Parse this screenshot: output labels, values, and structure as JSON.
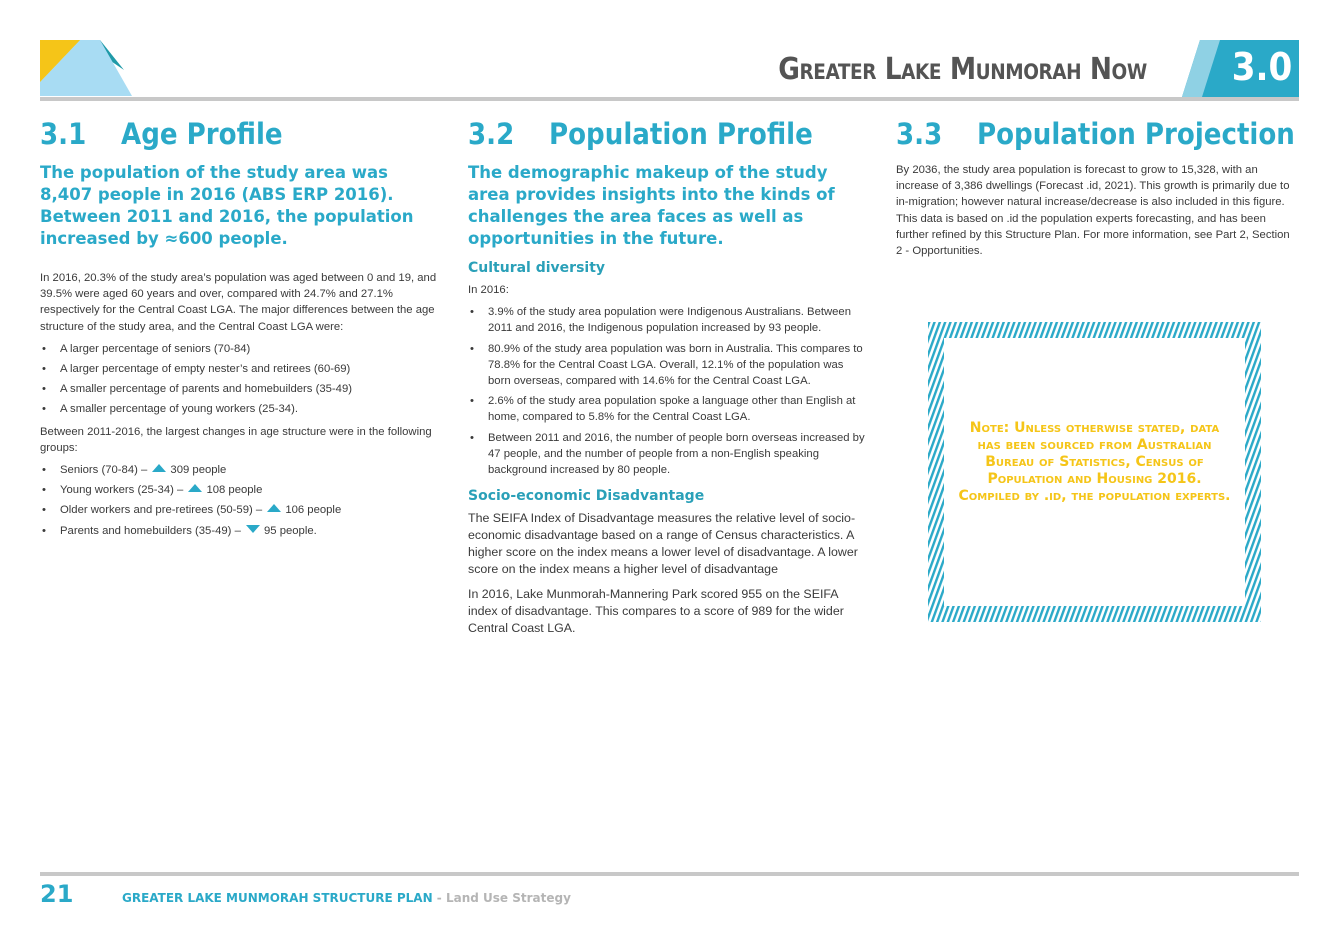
{
  "header": {
    "title": "Greater Lake Munmorah Now",
    "section_number": "3.0"
  },
  "colors": {
    "accent": "#2aa9c8",
    "teal_dark": "#1f9aa8",
    "yellow": "#f5c518",
    "light_blue": "#a8dcf3"
  },
  "icons": [
    "logo-mark",
    "triangle-up-icon",
    "triangle-down-icon"
  ],
  "age_profile": {
    "number": "3.1",
    "title": "Age Profile",
    "lead": "The population of the study area was 8,407 people in 2016 (ABS ERP 2016). Between 2011 and 2016, the population increased by ≈600 people.",
    "para1": "In 2016, 20.3% of the study area’s population was aged between 0 and 19, and 39.5% were aged 60 years and over, compared with 24.7% and 27.1% respectively for the Central Coast LGA. The major differences between the age structure of the study area, and the Central Coast LGA were:",
    "differences": [
      "A larger percentage of seniors (70-84)",
      "A larger percentage of empty nester’s and retirees (60-69)",
      "A smaller percentage of parents and homebuilders (35-49)",
      "A smaller percentage of young workers (25-34)."
    ],
    "para2": "Between 2011-2016, the largest changes in age structure were in the following groups:",
    "changes": [
      {
        "label": "Seniors (70-84) –",
        "value": "309 people"
      },
      {
        "label": "Young workers (25-34) –",
        "value": "108 people"
      },
      {
        "label": "Older workers and pre-retirees (50-59) –",
        "value": "106 people"
      },
      {
        "label": "Parents and homebuilders (35-49) –",
        "value": "95 people."
      }
    ]
  },
  "population_profile": {
    "number": "3.2",
    "title": "Population Profile",
    "lead": "The demographic makeup of the study area provides insights into the kinds of challenges the area faces as well as opportunities in the future.",
    "cultural_heading": "Cultural diversity",
    "cultural_intro": "In 2016:",
    "cultural_points": [
      "3.9% of the study area population were Indigenous Australians. Between 2011 and 2016, the Indigenous population increased by 93 people.",
      "80.9% of the study area population was born in Australia. This compares to 78.8% for the Central Coast LGA. Overall, 12.1% of the population was born overseas, compared with 14.6% for the Central Coast LGA.",
      "2.6% of the study area population spoke a language other than English at home, compared to 5.8% for the Central Coast LGA.",
      "Between 2011 and 2016, the number of people born overseas increased by 47 people, and the number of people from a non-English speaking background increased by 80 people."
    ],
    "seifa_heading": "Socio-economic Disadvantage",
    "seifa_para1": "The SEIFA Index of Disadvantage measures the relative level of socio-economic disadvantage based on a range of Census characteristics. A higher score on the index means a lower level of disadvantage. A lower score on the index means a higher level of disadvantage",
    "seifa_para2": "In 2016, Lake Munmorah-Mannering Park scored 955 on the SEIFA index of disadvantage. This compares to a score of 989 for the wider Central Coast LGA."
  },
  "population_projection": {
    "number": "3.3",
    "title": "Population Projection",
    "para": "By 2036, the study area population is forecast to grow to 15,328, with an increase of 3,386 dwellings (Forecast .id, 2021). This growth is primarily due to in-migration; however natural increase/decrease is also included in this figure. This data is based on .id the population experts forecasting, and has been further refined by this Structure Plan. For more information, see Part 2, Section 2 - Opportunities.",
    "note": "Note: Unless otherwise stated, data has been sourced from Australian Bureau of Statistics, Census of Population and Housing 2016. Compiled by .id, the population experts."
  },
  "footer": {
    "page_number": "21",
    "plan_title": "GREATER LAKE MUNMORAH STRUCTURE PLAN",
    "plan_subtitle": " - Land Use Strategy"
  }
}
